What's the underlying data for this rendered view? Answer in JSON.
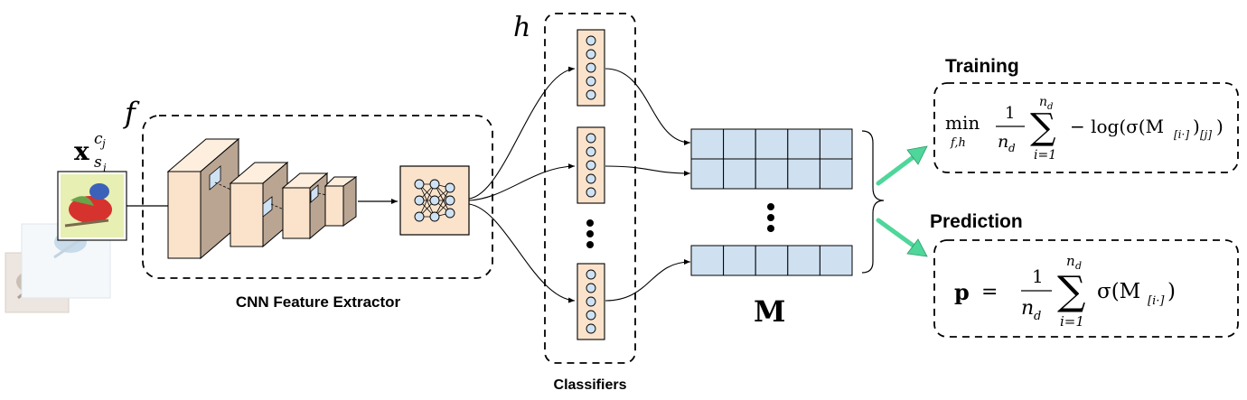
{
  "labels": {
    "f": "f",
    "h": "h",
    "M": "M",
    "input_x": "x",
    "input_sub": "s",
    "input_sub_i": "i",
    "input_sup": "c",
    "input_sup_j": "j",
    "cnn_caption": "CNN Feature Extractor",
    "classifiers_caption": "Classifiers",
    "training_title": "Training",
    "prediction_title": "Prediction"
  },
  "training_formula": {
    "min": "min",
    "min_sub": "f,h",
    "frac_num": "1",
    "frac_den": "n",
    "frac_den_sub": "d",
    "sum_top": "n",
    "sum_top_sub": "d",
    "sum_sign": "∑",
    "sum_bottom": "i=1",
    "body": "− log(σ(M",
    "idx1": "[i·]",
    "mid": ")",
    "idx2": "[j]",
    "close": ")"
  },
  "prediction_formula": {
    "lhs": "p",
    "eq": "=",
    "frac_num": "1",
    "frac_den": "n",
    "frac_den_sub": "d",
    "sum_top": "n",
    "sum_top_sub": "d",
    "sum_sign": "∑",
    "sum_bottom": "i=1",
    "body": "σ(M",
    "idx": "[i·]",
    "close": ")"
  },
  "colors": {
    "cnn_block": "#fbe3cb",
    "cnn_block_side": "#b9a592",
    "matrix_cell": "#cfe0f1",
    "neuron": "#cfe2f3",
    "arrow_green": "#4fd69a"
  }
}
